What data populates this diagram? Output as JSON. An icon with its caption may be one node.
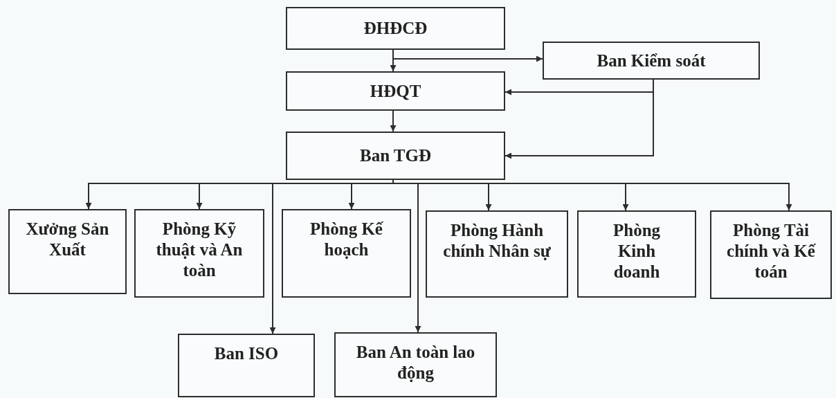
{
  "diagram": {
    "nodes": [
      {
        "text": [
          "ĐHĐCĐ"
        ]
      },
      {
        "text": [
          "Ban Kiểm soát"
        ]
      },
      {
        "text": [
          "HĐQT"
        ]
      },
      {
        "text": [
          "Ban TGĐ"
        ]
      },
      {
        "text": [
          "Xưởng Sản Xuất"
        ]
      },
      {
        "text": [
          "Phòng Kỹ thuật và An toàn"
        ]
      },
      {
        "text": [
          "Phòng Kế hoạch"
        ]
      },
      {
        "text": [
          "Phòng Hành chính Nhân sự"
        ]
      },
      {
        "text": [
          "Phòng Kinh doanh"
        ]
      },
      {
        "text": [
          "Phòng Tài chính và Kế toán"
        ]
      },
      {
        "text": [
          "Ban ISO"
        ]
      },
      {
        "text": [
          "Ban An toàn lao động"
        ]
      }
    ],
    "edges": [
      {
        "from": 0,
        "to": 2,
        "arrow": "to"
      },
      {
        "from": 0,
        "to": 1,
        "arrow": "to"
      },
      {
        "from": 1,
        "to": 2,
        "arrow": "to"
      },
      {
        "from": 1,
        "to": 3,
        "arrow": "to"
      },
      {
        "from": 2,
        "to": 3,
        "arrow": "to"
      },
      {
        "from": 3,
        "to": 4,
        "arrow": "to"
      },
      {
        "from": 3,
        "to": 5,
        "arrow": "to"
      },
      {
        "from": 3,
        "to": 6,
        "arrow": "to"
      },
      {
        "from": 3,
        "to": 7,
        "arrow": "to"
      },
      {
        "from": 3,
        "to": 8,
        "arrow": "to"
      },
      {
        "from": 3,
        "to": 9,
        "arrow": "to"
      },
      {
        "from": 3,
        "to": 10,
        "arrow": "to"
      },
      {
        "from": 3,
        "to": 11,
        "arrow": "to"
      }
    ]
  }
}
